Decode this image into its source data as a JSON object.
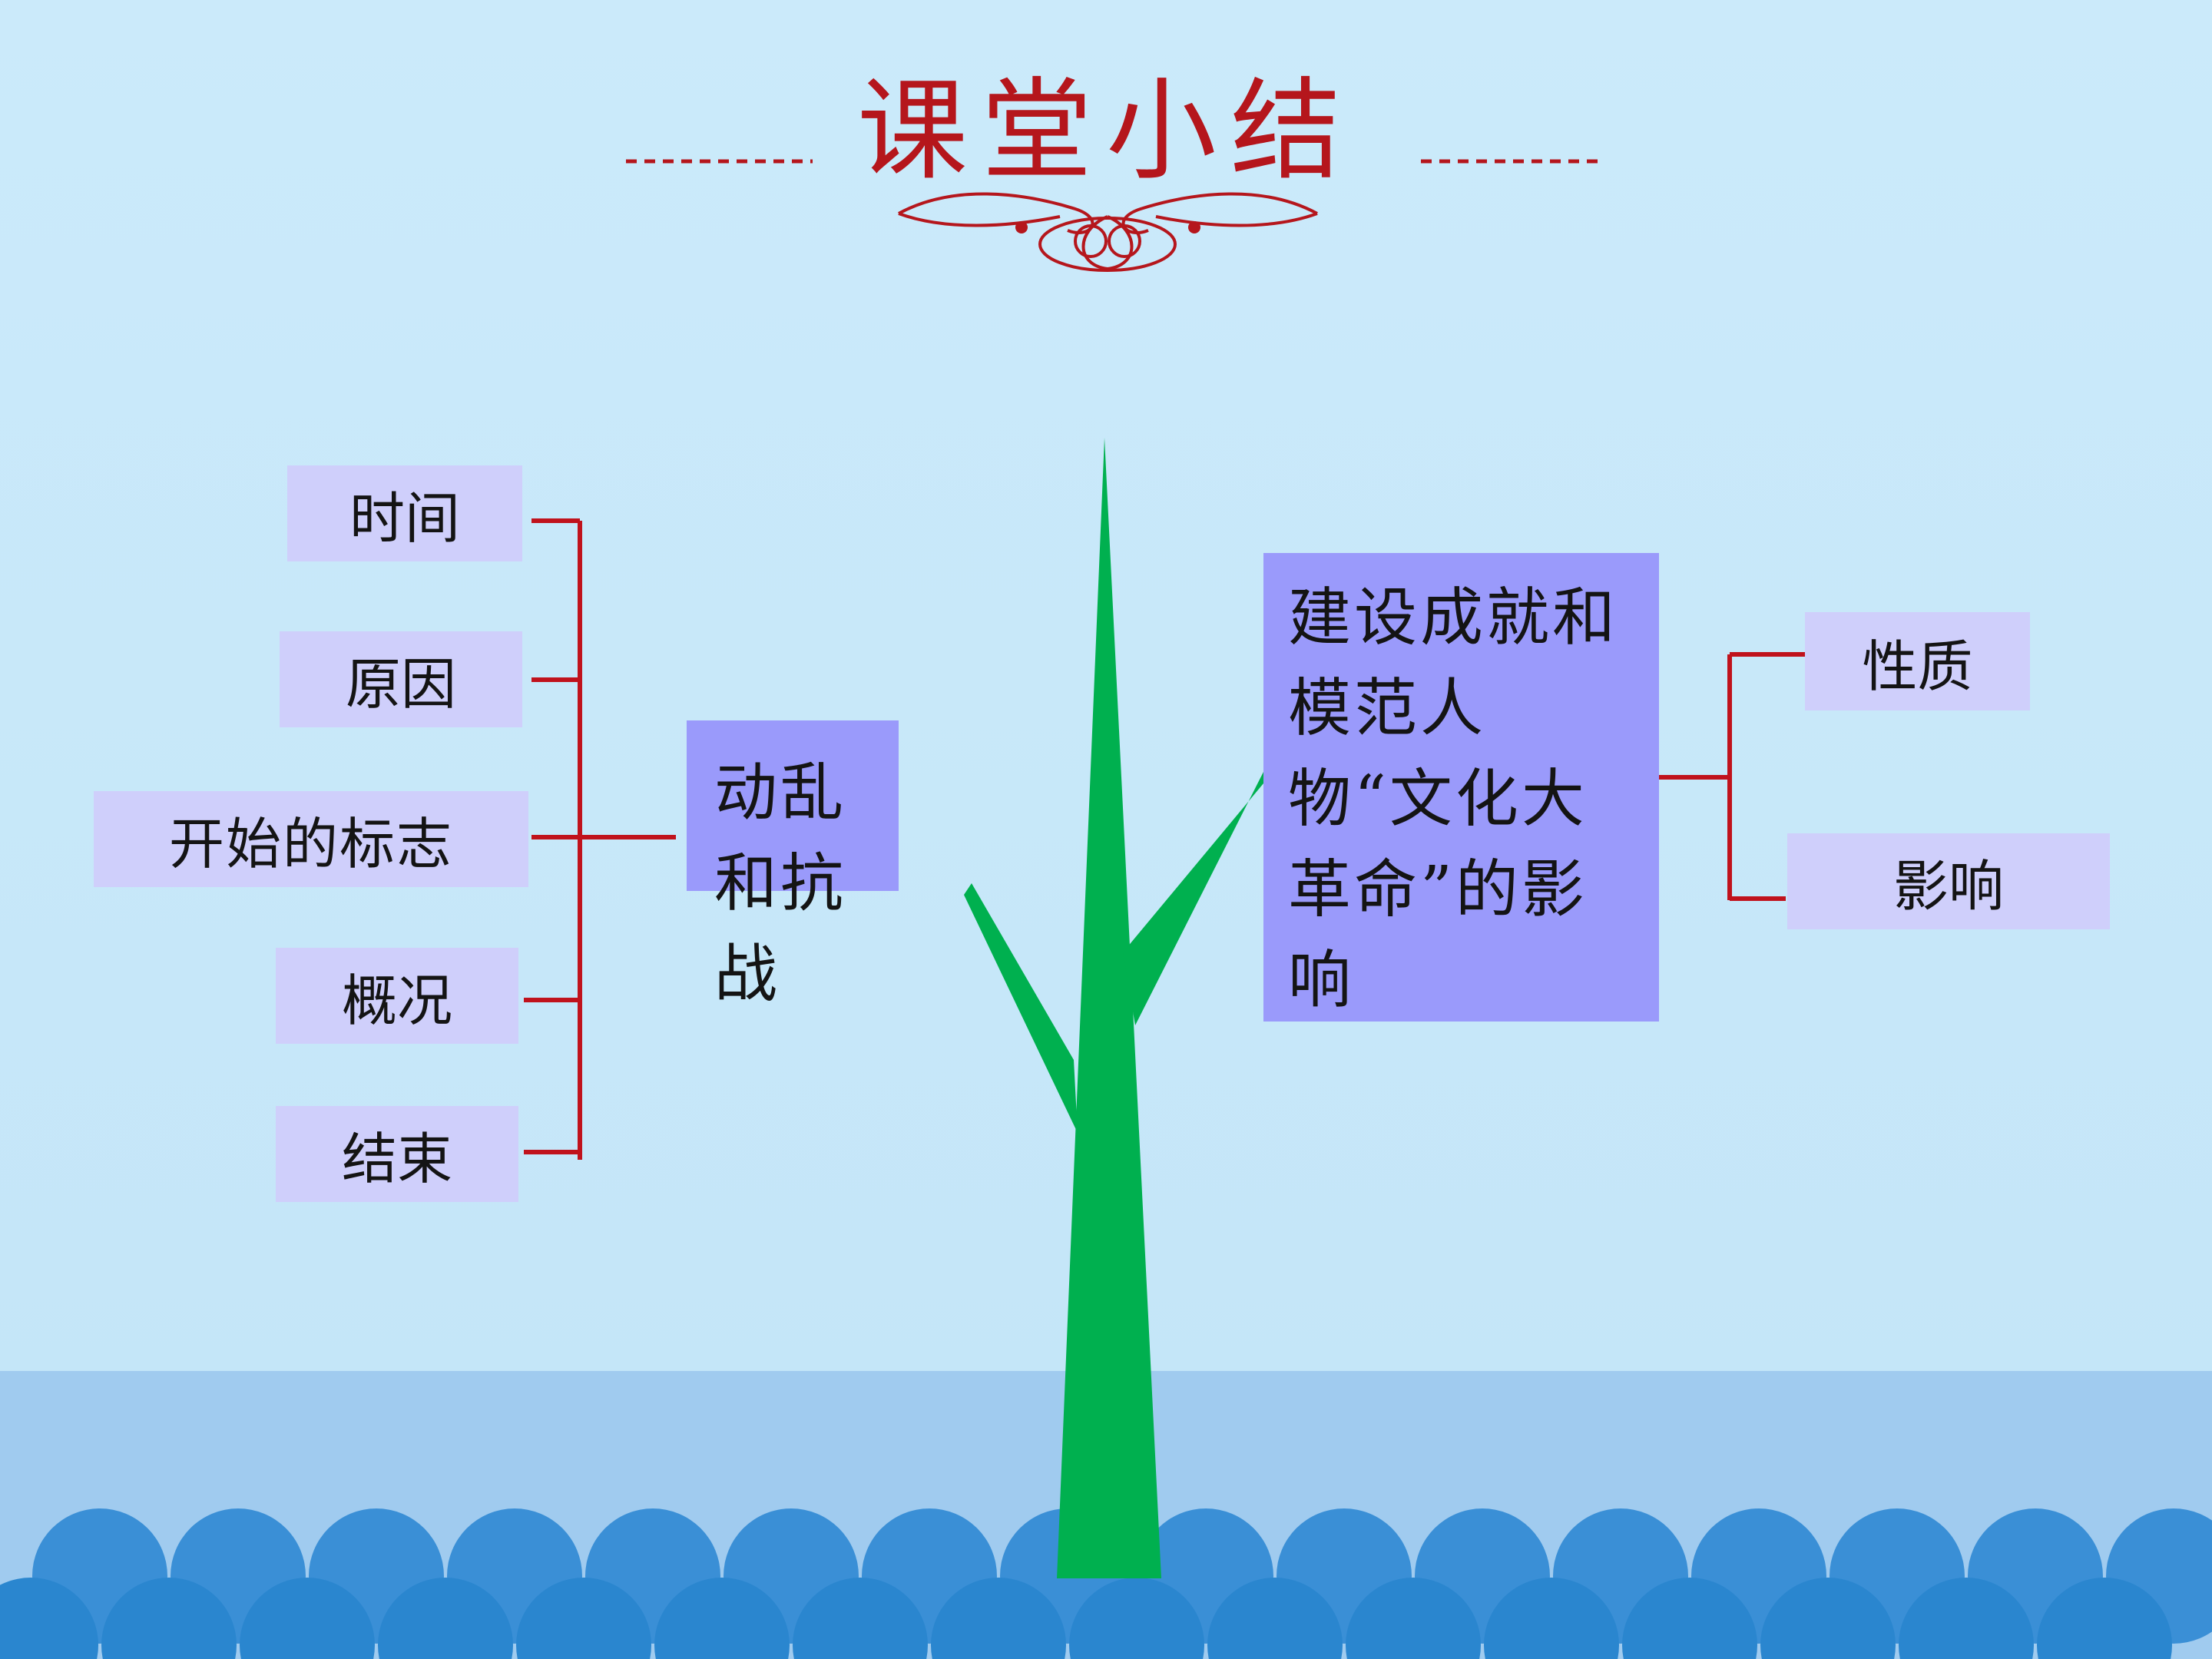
{
  "title": "课堂小结",
  "left_branch": {
    "node_label": "动乱和抗战",
    "items": [
      "时间",
      "原因",
      "开始的标志",
      "概况",
      "结束"
    ]
  },
  "right_branch": {
    "node_label": "建设成就和模范人物“文化大革命”的影响",
    "items": [
      "性质",
      "影响"
    ]
  },
  "colors": {
    "title": "#b5161c",
    "connector": "#c0121c",
    "trunk": "#00b04f",
    "leaf_box": "#cfcffb",
    "node_box": "#9a9afb",
    "sky": "#c6e6f8",
    "band": "#a0cbef",
    "wave_back": "#3a8fd6",
    "wave_front": "#2a86cf"
  }
}
